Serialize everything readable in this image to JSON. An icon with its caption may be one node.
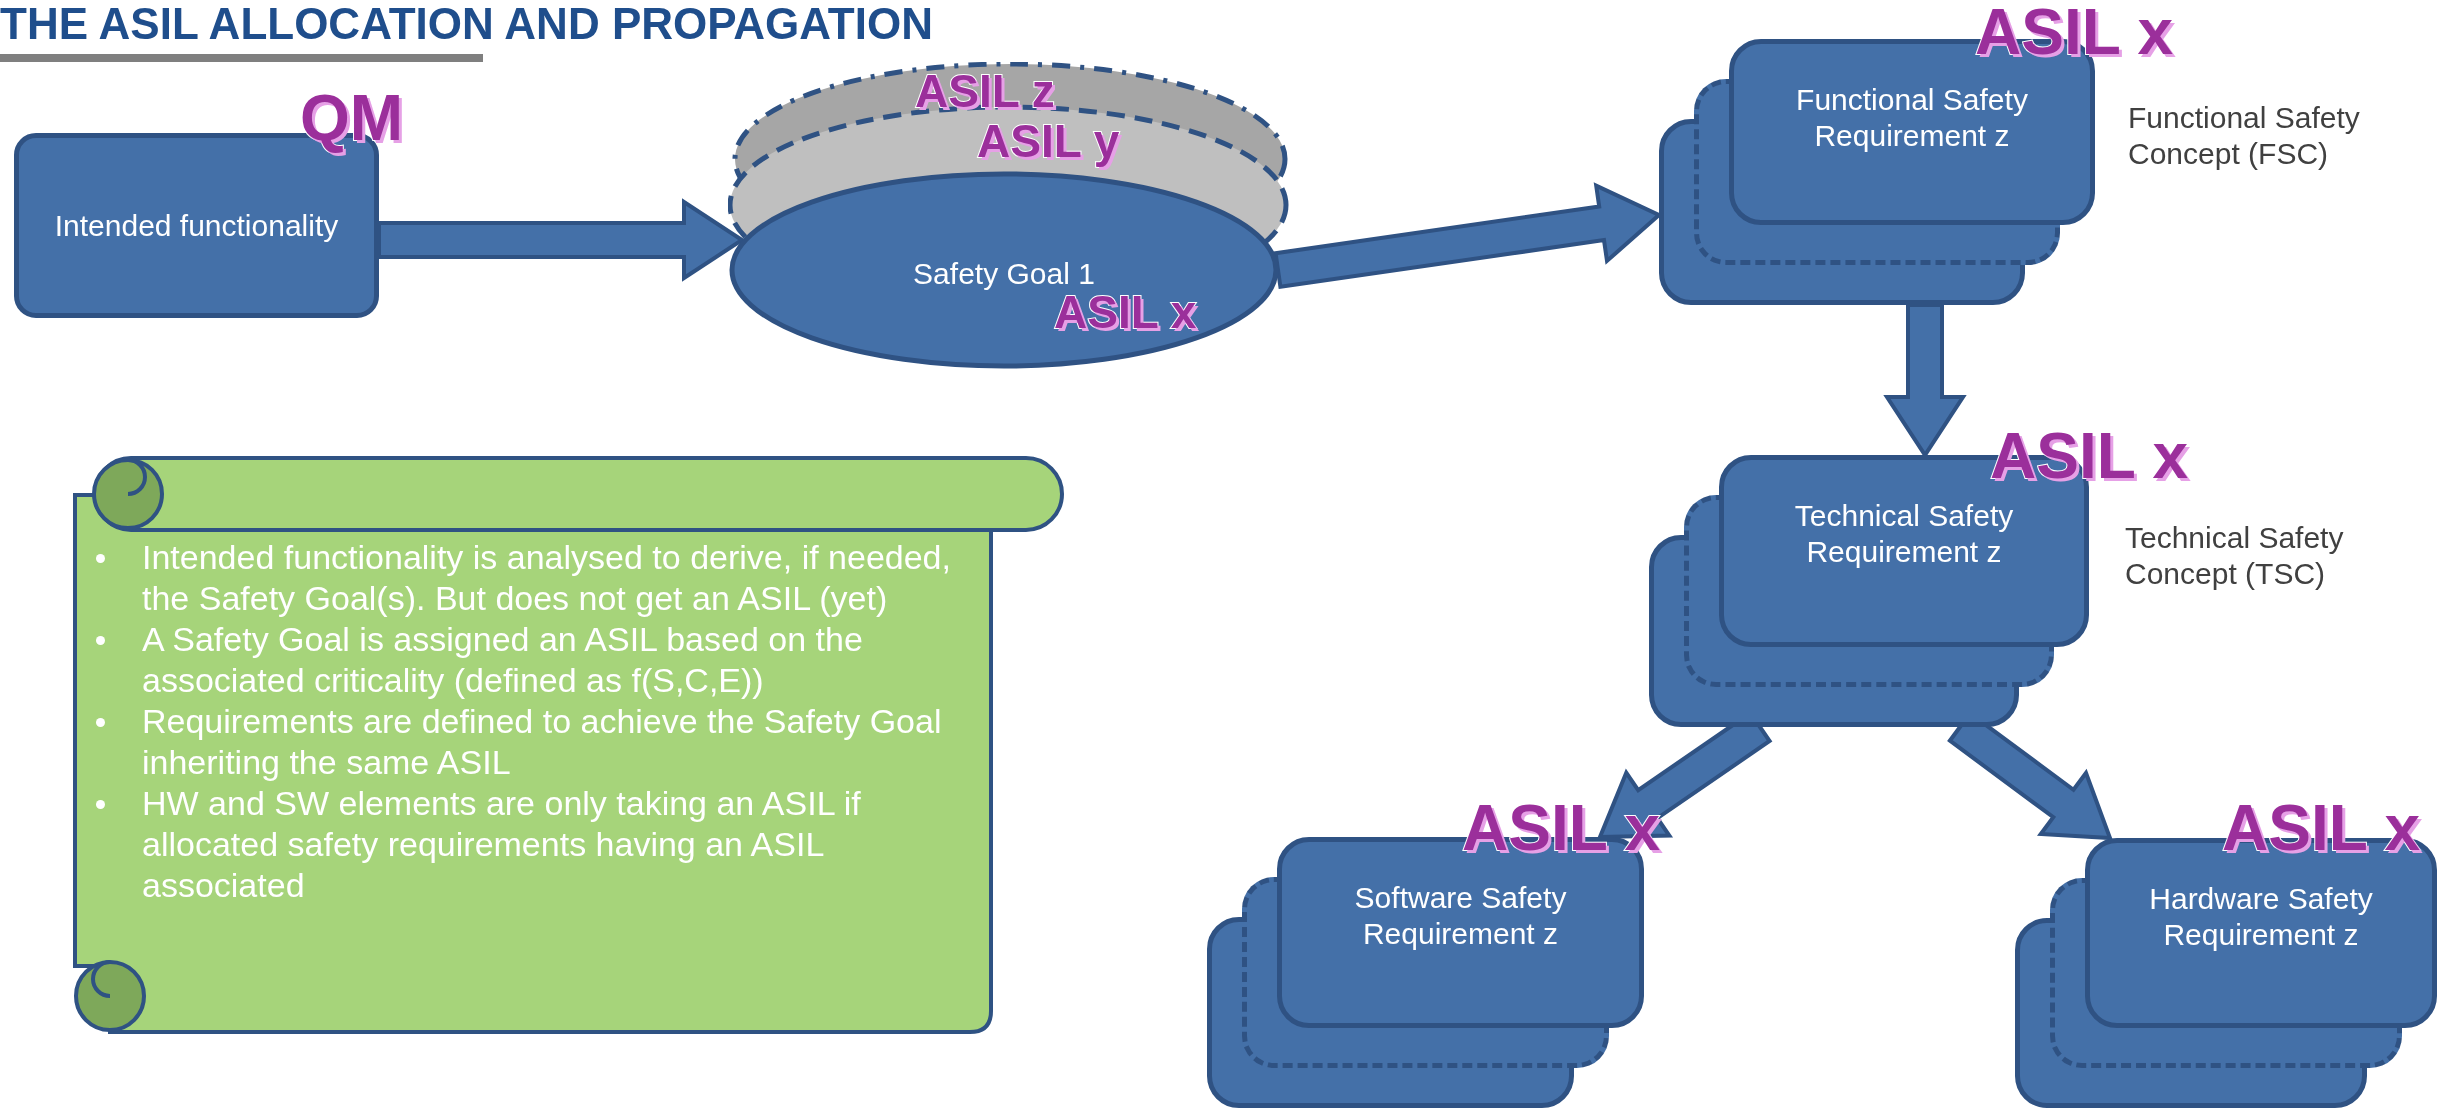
{
  "diagram": {
    "title": "THE ASIL ALLOCATION AND PROPAGATION",
    "nodes": [
      {
        "text": [
          "Intended functionality"
        ],
        "beside": [
          "QM"
        ]
      },
      {
        "text": [
          "ASIL z",
          "ASIL y",
          "Safety Goal 1",
          "ASIL x"
        ]
      },
      {
        "text": [
          "Functional Safety Requirement z"
        ],
        "beside": [
          "ASIL x",
          "Functional Safety Concept (FSC)"
        ]
      },
      {
        "text": [
          "Technical Safety Requirement z"
        ],
        "beside": [
          "ASIL x",
          "Technical Safety Concept (TSC)"
        ]
      },
      {
        "text": [
          "Software Safety Requirement z"
        ],
        "beside": [
          "ASIL x"
        ]
      },
      {
        "text": [
          "Hardware Safety Requirement z"
        ],
        "beside": [
          "ASIL x"
        ]
      },
      {
        "text": [
          "Intended functionality is analysed to derive, if needed, the Safety Goal(s). But does not get an ASIL (yet)",
          "A Safety Goal is assigned an ASIL based on the associated criticality (defined as f(S,C,E))",
          "Requirements are defined to achieve the Safety Goal inheriting the same ASIL",
          "HW and SW elements are only taking an ASIL if allocated safety requirements having an ASIL associated"
        ]
      }
    ],
    "edges": [
      {
        "from": 0,
        "to": 1,
        "arrow": "to"
      },
      {
        "from": 1,
        "to": 2,
        "arrow": "to"
      },
      {
        "from": 2,
        "to": 3,
        "arrow": "to"
      },
      {
        "from": 3,
        "to": 4,
        "arrow": "to"
      },
      {
        "from": 3,
        "to": 5,
        "arrow": "to"
      }
    ]
  }
}
